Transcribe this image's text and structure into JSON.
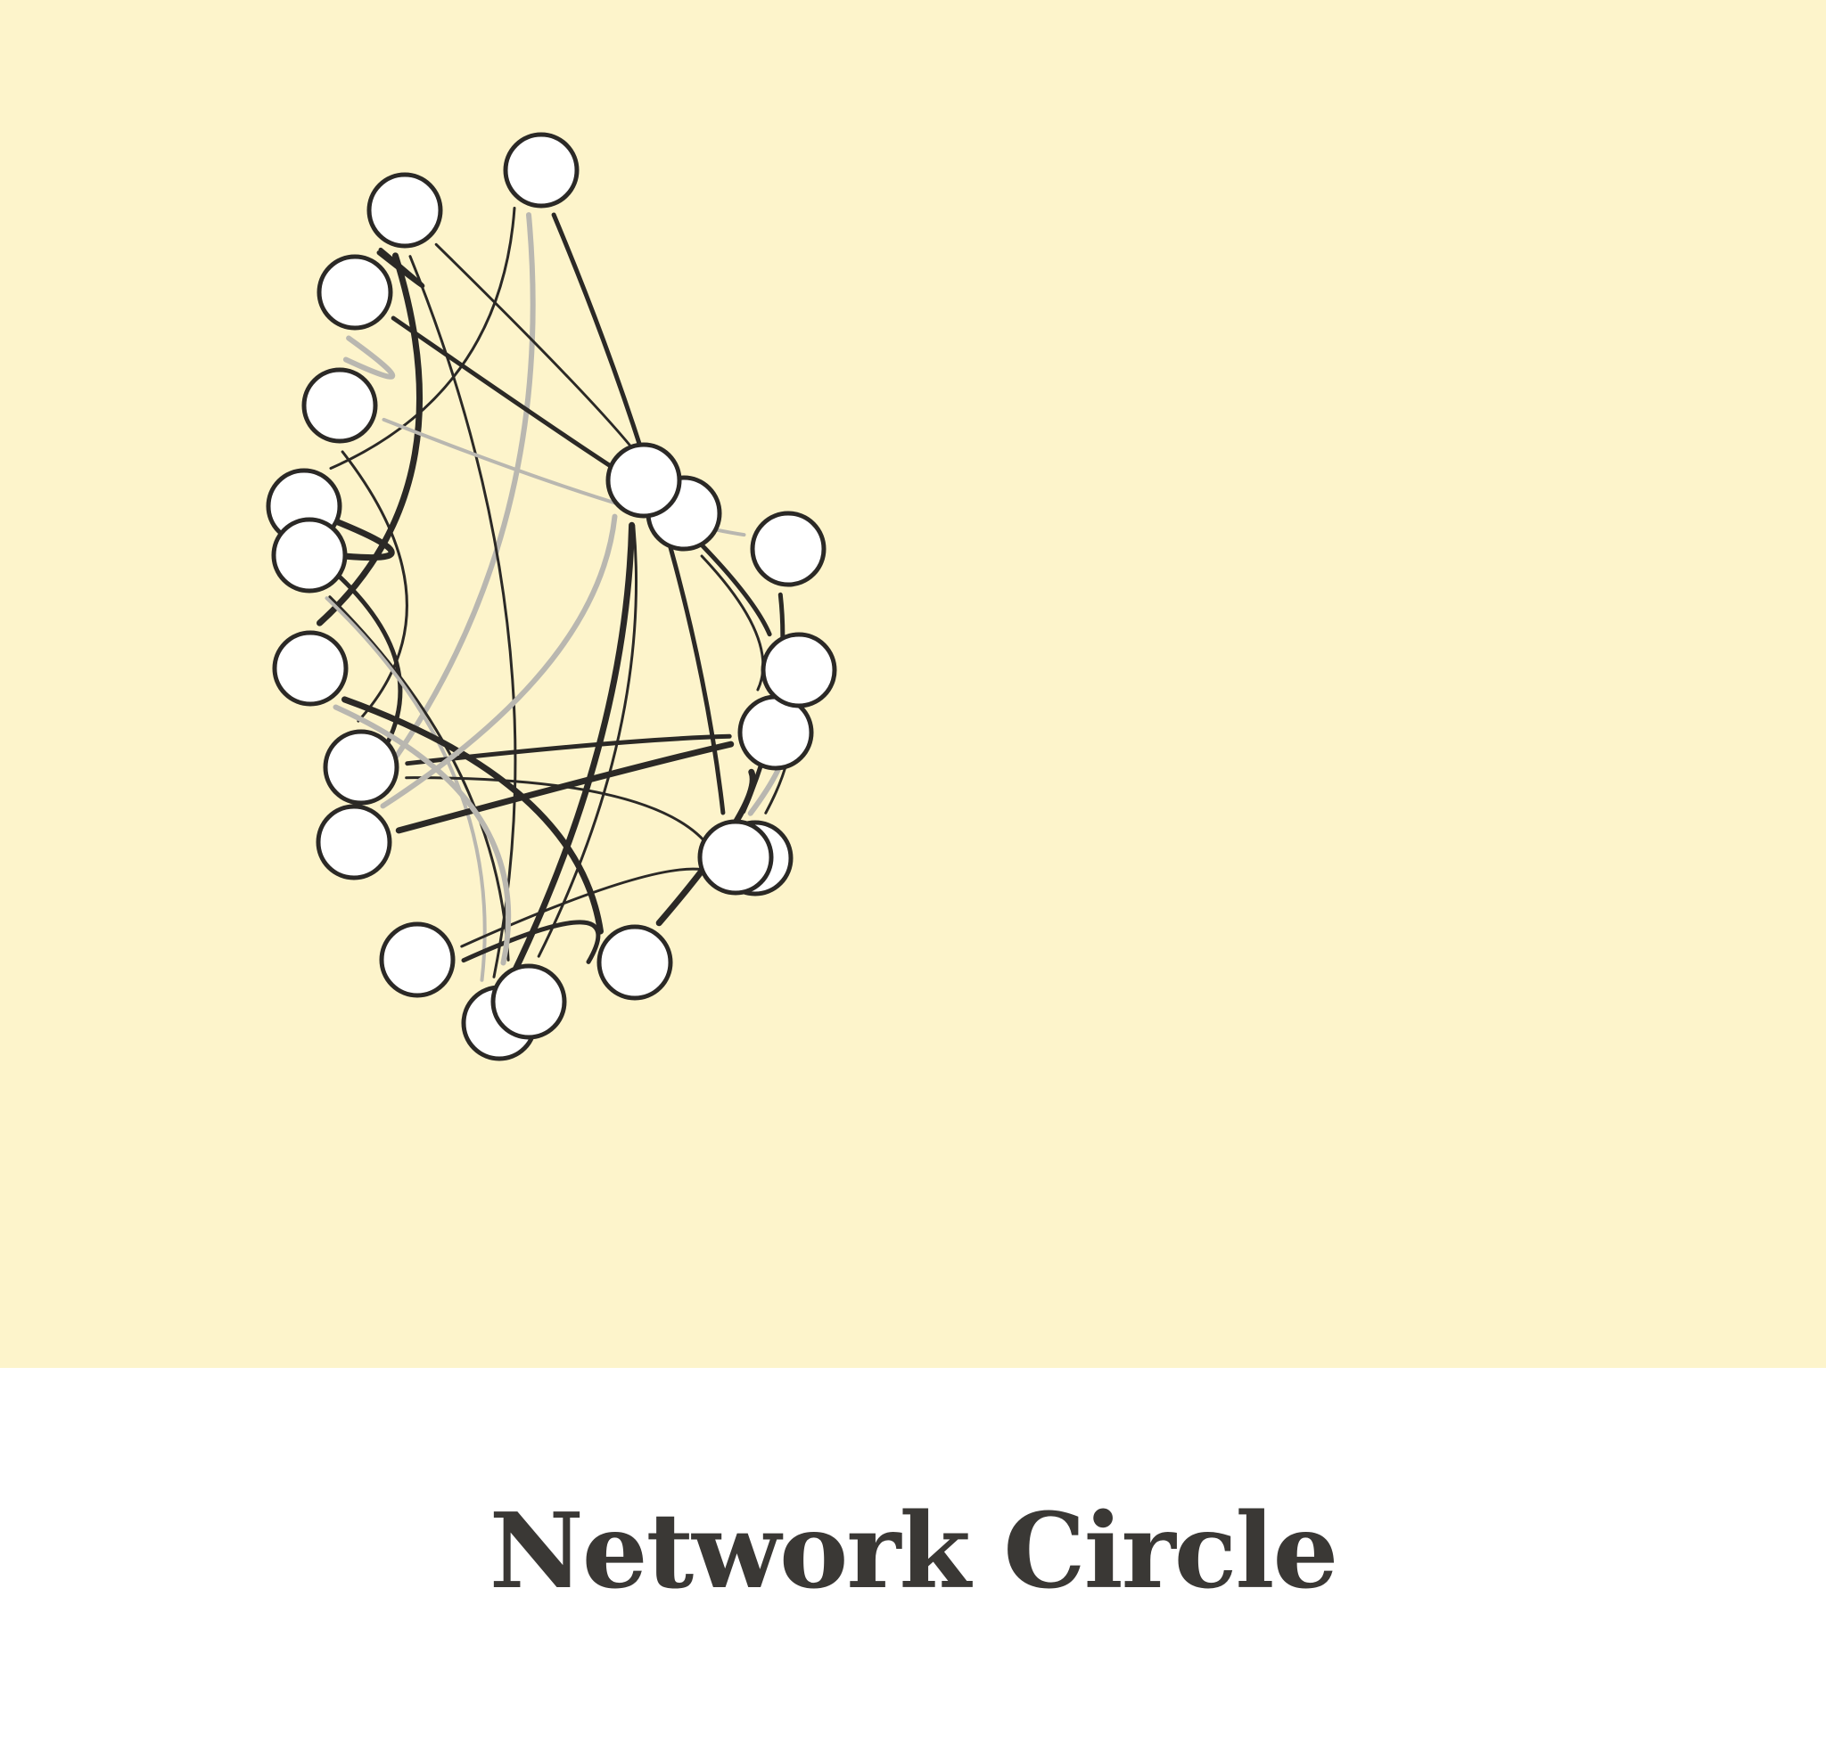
{
  "title": "Network Circle",
  "colors": {
    "background": "#fdf4cb",
    "ink": "#2b2926",
    "faint_ink": "#b9b7b0",
    "node_fill": "#ffffff",
    "title": "#3a3835"
  },
  "nodes": [
    {
      "id": "n0",
      "icon": "circle-node"
    },
    {
      "id": "n1",
      "icon": "circle-node"
    },
    {
      "id": "n2",
      "icon": "circle-node"
    },
    {
      "id": "n3",
      "icon": "circle-node"
    },
    {
      "id": "n4",
      "icon": "circle-node"
    },
    {
      "id": "n5",
      "icon": "circle-node"
    },
    {
      "id": "n6",
      "icon": "circle-node"
    },
    {
      "id": "n7",
      "icon": "circle-node"
    },
    {
      "id": "n8",
      "icon": "circle-node"
    },
    {
      "id": "n9",
      "icon": "circle-node"
    },
    {
      "id": "n10",
      "icon": "circle-node"
    },
    {
      "id": "n11",
      "icon": "circle-node"
    },
    {
      "id": "n12",
      "icon": "circle-node"
    },
    {
      "id": "n13",
      "icon": "circle-node"
    },
    {
      "id": "n14",
      "icon": "circle-node"
    },
    {
      "id": "n15",
      "icon": "circle-node"
    },
    {
      "id": "n16",
      "icon": "circle-node"
    },
    {
      "id": "n17",
      "icon": "circle-node"
    },
    {
      "id": "n18",
      "icon": "circle-node"
    },
    {
      "id": "n19",
      "icon": "circle-node"
    }
  ],
  "links": [
    {
      "from": "n0",
      "to": "n4",
      "style": "dark"
    },
    {
      "from": "n0",
      "to": "n14",
      "style": "dark"
    },
    {
      "from": "n0",
      "to": "n8",
      "style": "faint"
    },
    {
      "from": "n1",
      "to": "n18",
      "style": "dark"
    },
    {
      "from": "n1",
      "to": "n2",
      "style": "dark"
    },
    {
      "from": "n1",
      "to": "n6",
      "style": "dark"
    },
    {
      "from": "n1",
      "to": "n10",
      "style": "dark"
    },
    {
      "from": "n2",
      "to": "n18",
      "style": "dark"
    },
    {
      "from": "n2",
      "to": "n3",
      "style": "faint"
    },
    {
      "from": "n3",
      "to": "n7",
      "style": "dark"
    },
    {
      "from": "n4",
      "to": "n8",
      "style": "dark"
    },
    {
      "from": "n4",
      "to": "n5",
      "style": "dark"
    },
    {
      "from": "n5",
      "to": "n11",
      "style": "dark"
    },
    {
      "from": "n5",
      "to": "n10",
      "style": "faint"
    },
    {
      "from": "n6",
      "to": "n12",
      "style": "dark"
    },
    {
      "from": "n7",
      "to": "n13",
      "style": "dark"
    },
    {
      "from": "n7",
      "to": "n15",
      "style": "dark"
    },
    {
      "from": "n8",
      "to": "n15",
      "style": "dark"
    },
    {
      "from": "n9",
      "to": "n13",
      "style": "dark"
    },
    {
      "from": "n9",
      "to": "n12",
      "style": "dark"
    },
    {
      "from": "n10",
      "to": "n19",
      "style": "dark"
    },
    {
      "from": "n11",
      "to": "n19",
      "style": "dark"
    },
    {
      "from": "n11",
      "to": "n6",
      "style": "faint"
    },
    {
      "from": "n12",
      "to": "n15",
      "style": "dark"
    },
    {
      "from": "n13",
      "to": "n16",
      "style": "dark"
    },
    {
      "from": "n14",
      "to": "n17",
      "style": "dark"
    },
    {
      "from": "n14",
      "to": "n16",
      "style": "faint"
    },
    {
      "from": "n15",
      "to": "n18",
      "style": "dark"
    },
    {
      "from": "n16",
      "to": "n19",
      "style": "dark"
    },
    {
      "from": "n17",
      "to": "n3",
      "style": "faint"
    },
    {
      "from": "n19",
      "to": "n8",
      "style": "faint"
    }
  ]
}
